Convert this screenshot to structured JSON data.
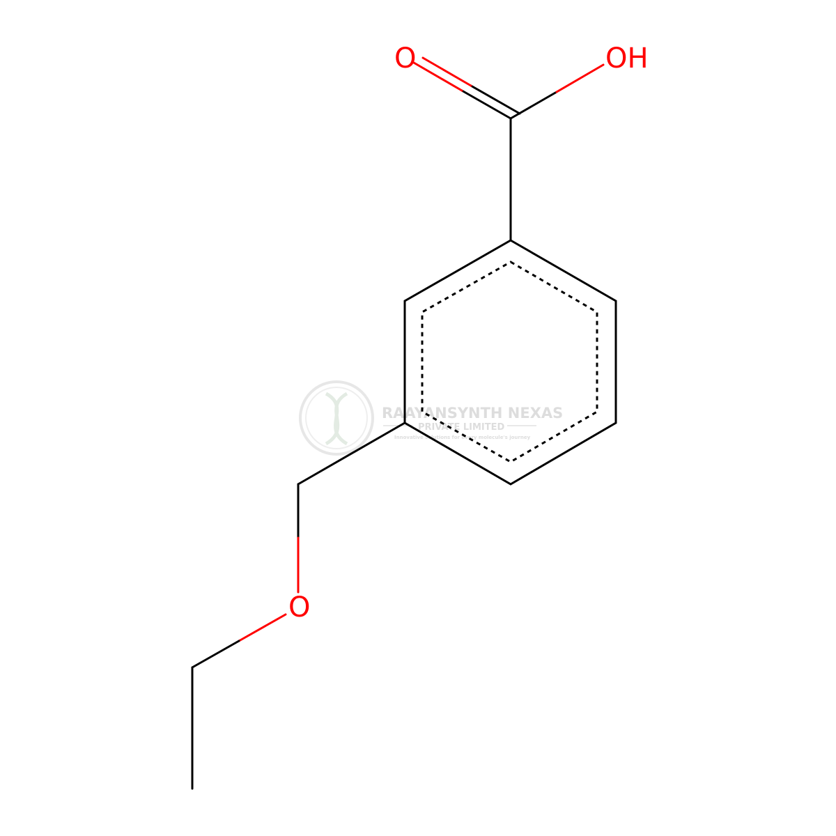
{
  "molecule": {
    "atoms": {
      "carbonyl_oxygen": "O",
      "hydroxyl": "OH",
      "ether_oxygen": "O"
    },
    "colors": {
      "bond": "#000000",
      "heteroatom": "#ff0000"
    }
  },
  "watermark": {
    "company": "RAAYANSYNTH NEXAS",
    "subtitle": "PRIVATE LIMITED",
    "tagline": "Innovative solutions for every molecule's journey"
  }
}
